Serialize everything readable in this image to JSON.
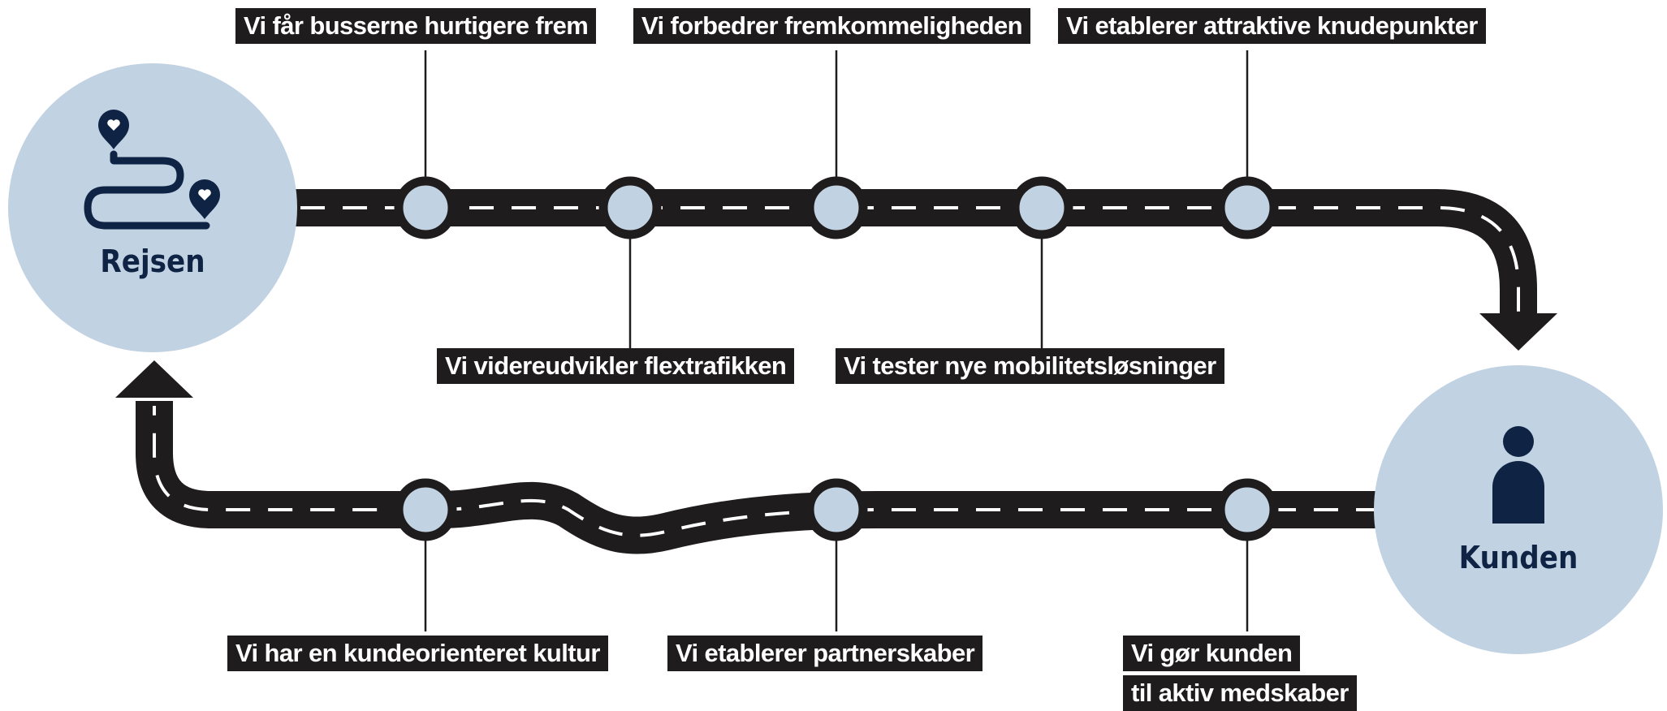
{
  "colors": {
    "road": "#1f1c1d",
    "dash": "#ffffff",
    "node_fill": "#c1d2e3",
    "big_circle": "#c1d2e3",
    "icon": "#0f2444",
    "label_bg": "#1f1c1d",
    "label_text": "#ffffff"
  },
  "start": {
    "title": "Rejsen",
    "icon": "route-pin-icon"
  },
  "end": {
    "title": "Kunden",
    "icon": "person-icon"
  },
  "top_labels": [
    "Vi får busserne hurtigere frem",
    "Vi forbedrer fremkommeligheden",
    "Vi etablerer attraktive knudepunkter"
  ],
  "middle_labels": [
    "Vi videreudvikler flextrafikken",
    "Vi tester nye mobilitetsløsninger"
  ],
  "bottom_labels": [
    "Vi har en kundeorienteret kultur",
    "Vi etablerer partnerskaber",
    "Vi gør kunden",
    "til aktiv medskaber"
  ]
}
